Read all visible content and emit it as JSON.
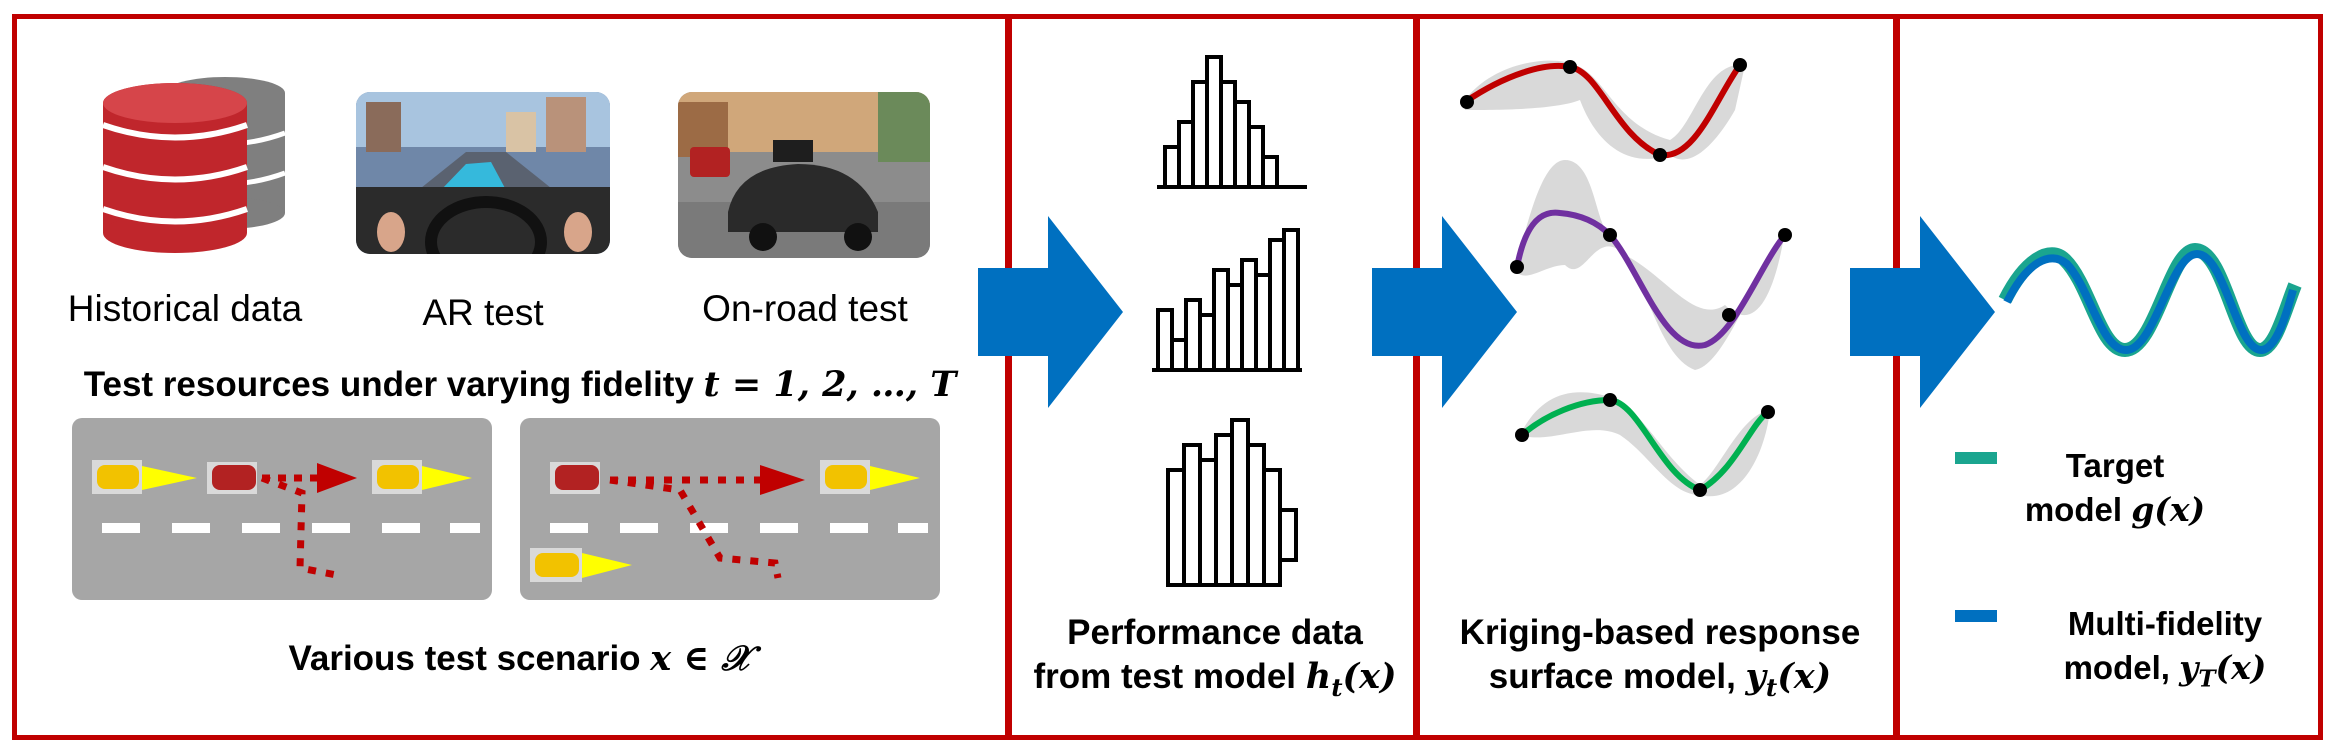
{
  "resources": {
    "historical": "Historical data",
    "ar": "AR test",
    "onroad": "On-road test",
    "heading_text": "Test resources under varying fidelity ",
    "heading_math": "t = 1, 2, …, T"
  },
  "scenario": {
    "label_text": "Various test scenario ",
    "label_math": "x ∈ 𝒳"
  },
  "performance": {
    "line1": "Performance data",
    "line2_text": "from test model ",
    "line2_math": "h_t(x)"
  },
  "kriging": {
    "line1": "Kriging-based response",
    "line2_text": "surface model, ",
    "line2_math": "y_t(x)"
  },
  "legend": {
    "target_line1": "Target",
    "target_line2_text": "model ",
    "target_math": "g(x)",
    "multi_line1": "Multi-fidelity",
    "multi_line2_text": "model, ",
    "multi_math": "y_T(x)"
  },
  "colors": {
    "frame": "#c00000",
    "arrow": "#0070c0",
    "target": "#1aa58f",
    "multi": "#0070c0",
    "curve1": "#c00000",
    "curve2": "#7030a0",
    "curve3": "#00b050",
    "band": "#d9d9d9",
    "road": "#a6a6a6",
    "database": "#c0262c"
  }
}
